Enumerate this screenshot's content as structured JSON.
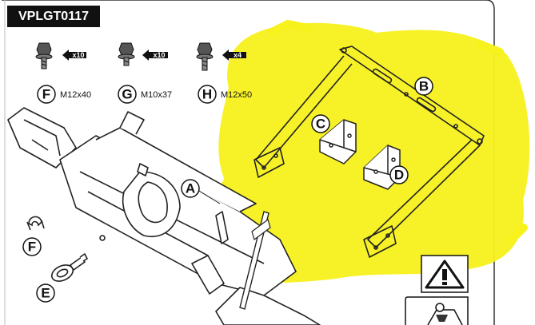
{
  "document_code": "VPLGT0117",
  "hardware": [
    {
      "letter": "F",
      "quantity": "x10",
      "spec": "M12x40"
    },
    {
      "letter": "G",
      "quantity": "x10",
      "spec": "M10x37"
    },
    {
      "letter": "H",
      "quantity": "x4",
      "spec": "M12x50"
    }
  ],
  "part_labels": {
    "a": "A",
    "b": "B",
    "c": "C",
    "d": "D",
    "e": "E",
    "f": "F"
  },
  "icons": [
    "bolt-icon",
    "warning-triangle-icon",
    "wrench-icon"
  ],
  "colors": {
    "highlight": "#f7f21c",
    "line": "#222222",
    "badge": "#111111"
  }
}
